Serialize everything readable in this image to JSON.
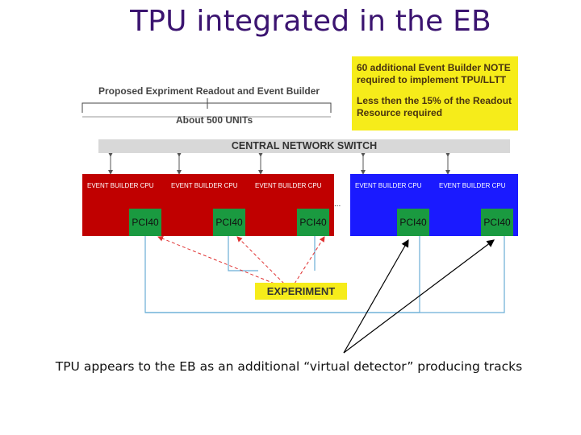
{
  "title": "TPU integrated in the EB",
  "note": {
    "line1": "60 additional Event Builder NOTE",
    "line2": "required to implement TPU/LLTT",
    "line3": "Less then the 15% of the Readout",
    "line4": "Resource required"
  },
  "proposed_label": "Proposed Expriment Readout and Event Builder",
  "units_label": "About 500 UNITs",
  "switch_label": "CENTRAL NETWORK SWITCH",
  "event_builders": [
    {
      "label": "EVENT BUILDER CPU",
      "pci": "PCI40",
      "color": "#c00000"
    },
    {
      "label": "EVENT BUILDER CPU",
      "pci": "PCI40",
      "color": "#c00000"
    },
    {
      "label": "EVENT BUILDER CPU",
      "pci": "PCI40",
      "color": "#c00000"
    },
    {
      "label": "EVENT BUILDER CPU",
      "pci": "PCI40",
      "color": "#1a1aff"
    },
    {
      "label": "EVENT BUILDER CPU",
      "pci": "PCI40",
      "color": "#1a1aff"
    }
  ],
  "ellipsis": "...",
  "experiment_label": "EXPERIMENT",
  "caption": "TPU appears to the EB as an additional “virtual detector” producing tracks",
  "colors": {
    "title": "#3b1470",
    "note_bg": "#f6ec1a",
    "eb_red": "#c00000",
    "eb_blue": "#1a1aff",
    "pci_green": "#1a9a40",
    "link_blue": "#6aaed6",
    "dashed_red": "#e03030"
  }
}
